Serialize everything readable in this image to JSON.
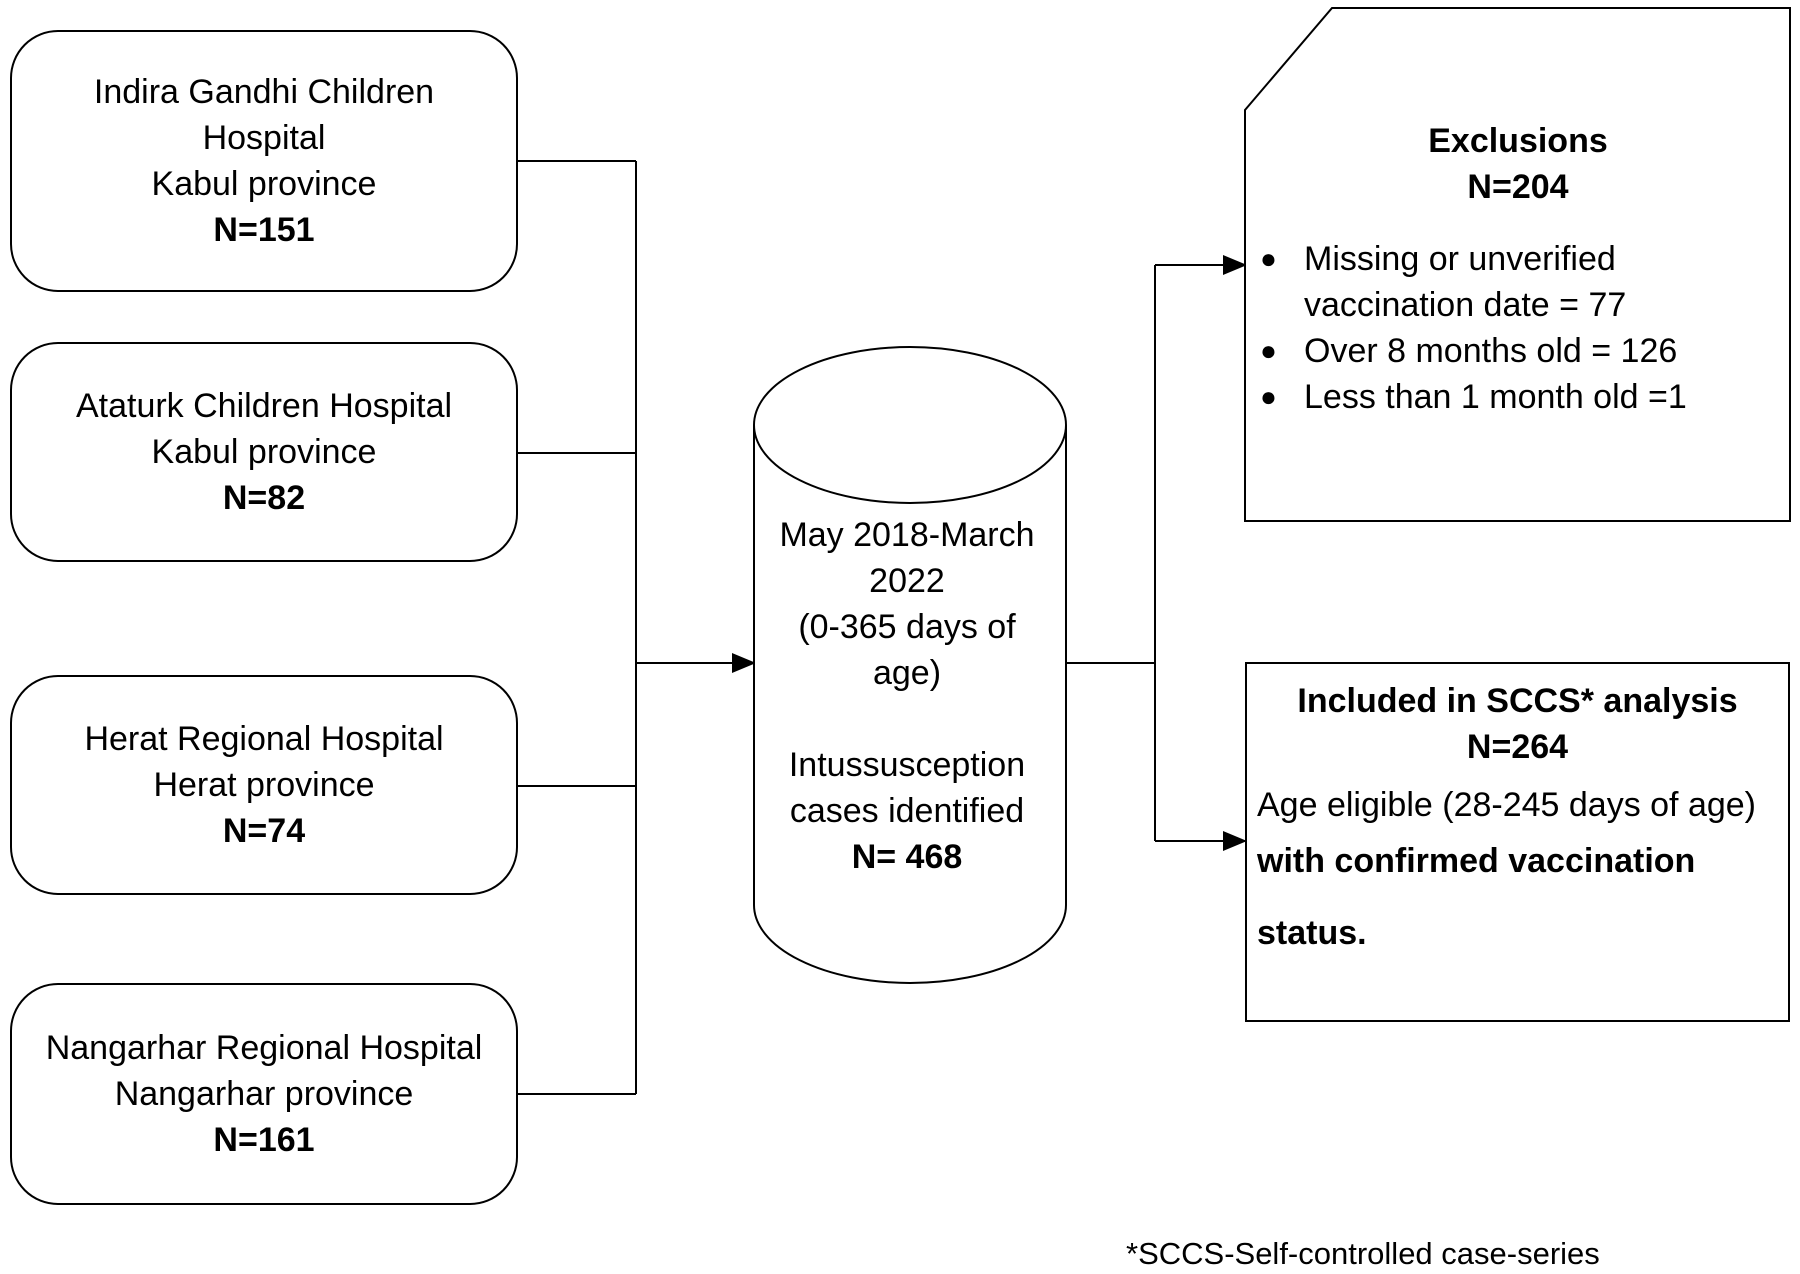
{
  "hospitals": [
    {
      "lines": [
        "Indira Gandhi Children",
        "Hospital",
        "Kabul province"
      ],
      "n": "N=151"
    },
    {
      "lines": [
        "Ataturk Children Hospital",
        "Kabul province"
      ],
      "n": "N=82"
    },
    {
      "lines": [
        "Herat Regional Hospital",
        "Herat province"
      ],
      "n": "N=74"
    },
    {
      "lines": [
        "Nangarhar Regional Hospital",
        "Nangarhar province"
      ],
      "n": "N=161"
    }
  ],
  "cases": {
    "lines": [
      "May 2018-March",
      "2022",
      "(0-365 days of",
      "age)"
    ],
    "lines2": [
      "Intussusception",
      "cases identified"
    ],
    "n": "N= 468"
  },
  "exclusions": {
    "title": "Exclusions",
    "n": "N=204",
    "items": [
      {
        "lines": [
          "Missing or unverified",
          "vaccination date = 77"
        ]
      },
      {
        "lines": [
          "Over 8 months old = 126"
        ]
      },
      {
        "lines": [
          "Less than 1 month old =1"
        ]
      }
    ]
  },
  "included": {
    "title": "Included in SCCS* analysis",
    "n": "N=264",
    "line1": "Age eligible (28-245 days of age)",
    "line2": "with confirmed vaccination",
    "line3": "status."
  },
  "footnote": "*SCCS-Self-controlled case-series"
}
